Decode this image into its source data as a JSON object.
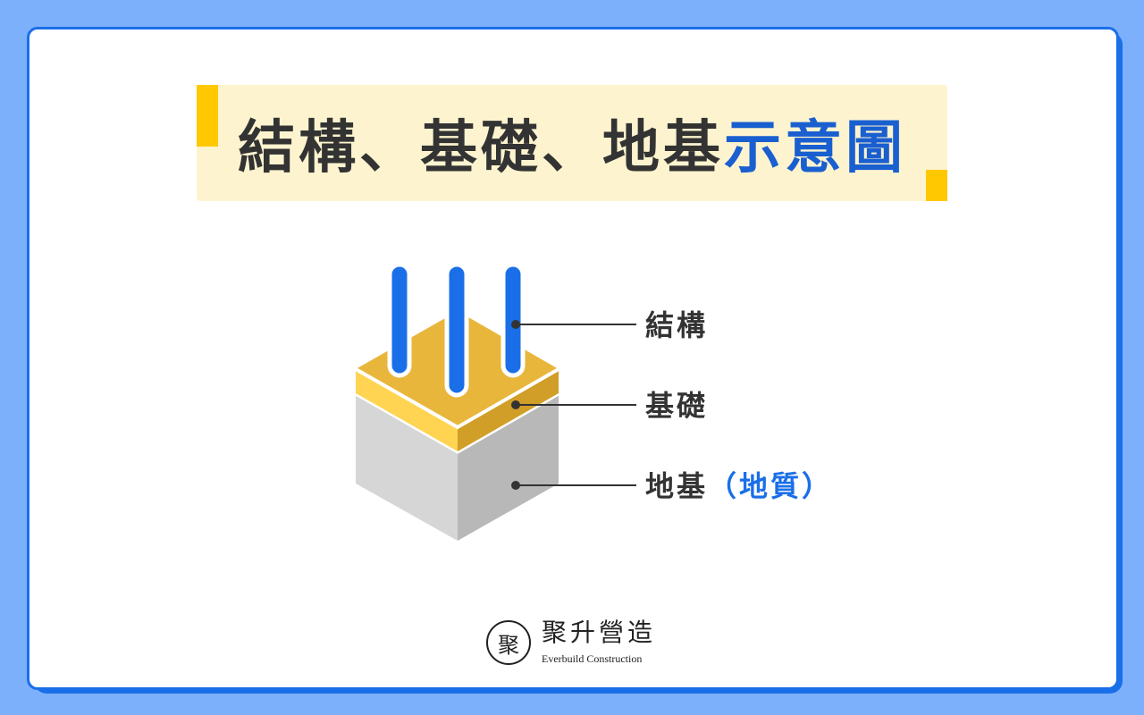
{
  "title": {
    "main": "結構、基礎、地基",
    "accent": "示意圖"
  },
  "labels": {
    "structure": "結構",
    "foundation": "基礎",
    "ground_main": "地基",
    "ground_paren": "（地質）"
  },
  "logo": {
    "mark": "聚",
    "name": "聚升營造",
    "subtitle": "Everbuild Construction"
  },
  "colors": {
    "background": "#7cb0fb",
    "card_border": "#1a6fe8",
    "title_bg": "#fdf4cf",
    "title_accent_bar": "#ffc800",
    "title_text": "#333333",
    "title_accent_text": "#1a5fd0",
    "structure_column": "#1a6fe8",
    "foundation_top": "#e9b63c",
    "foundation_left": "#ffd452",
    "foundation_right": "#d19e27",
    "ground_left": "#d6d6d6",
    "ground_right": "#b8b8b8"
  }
}
